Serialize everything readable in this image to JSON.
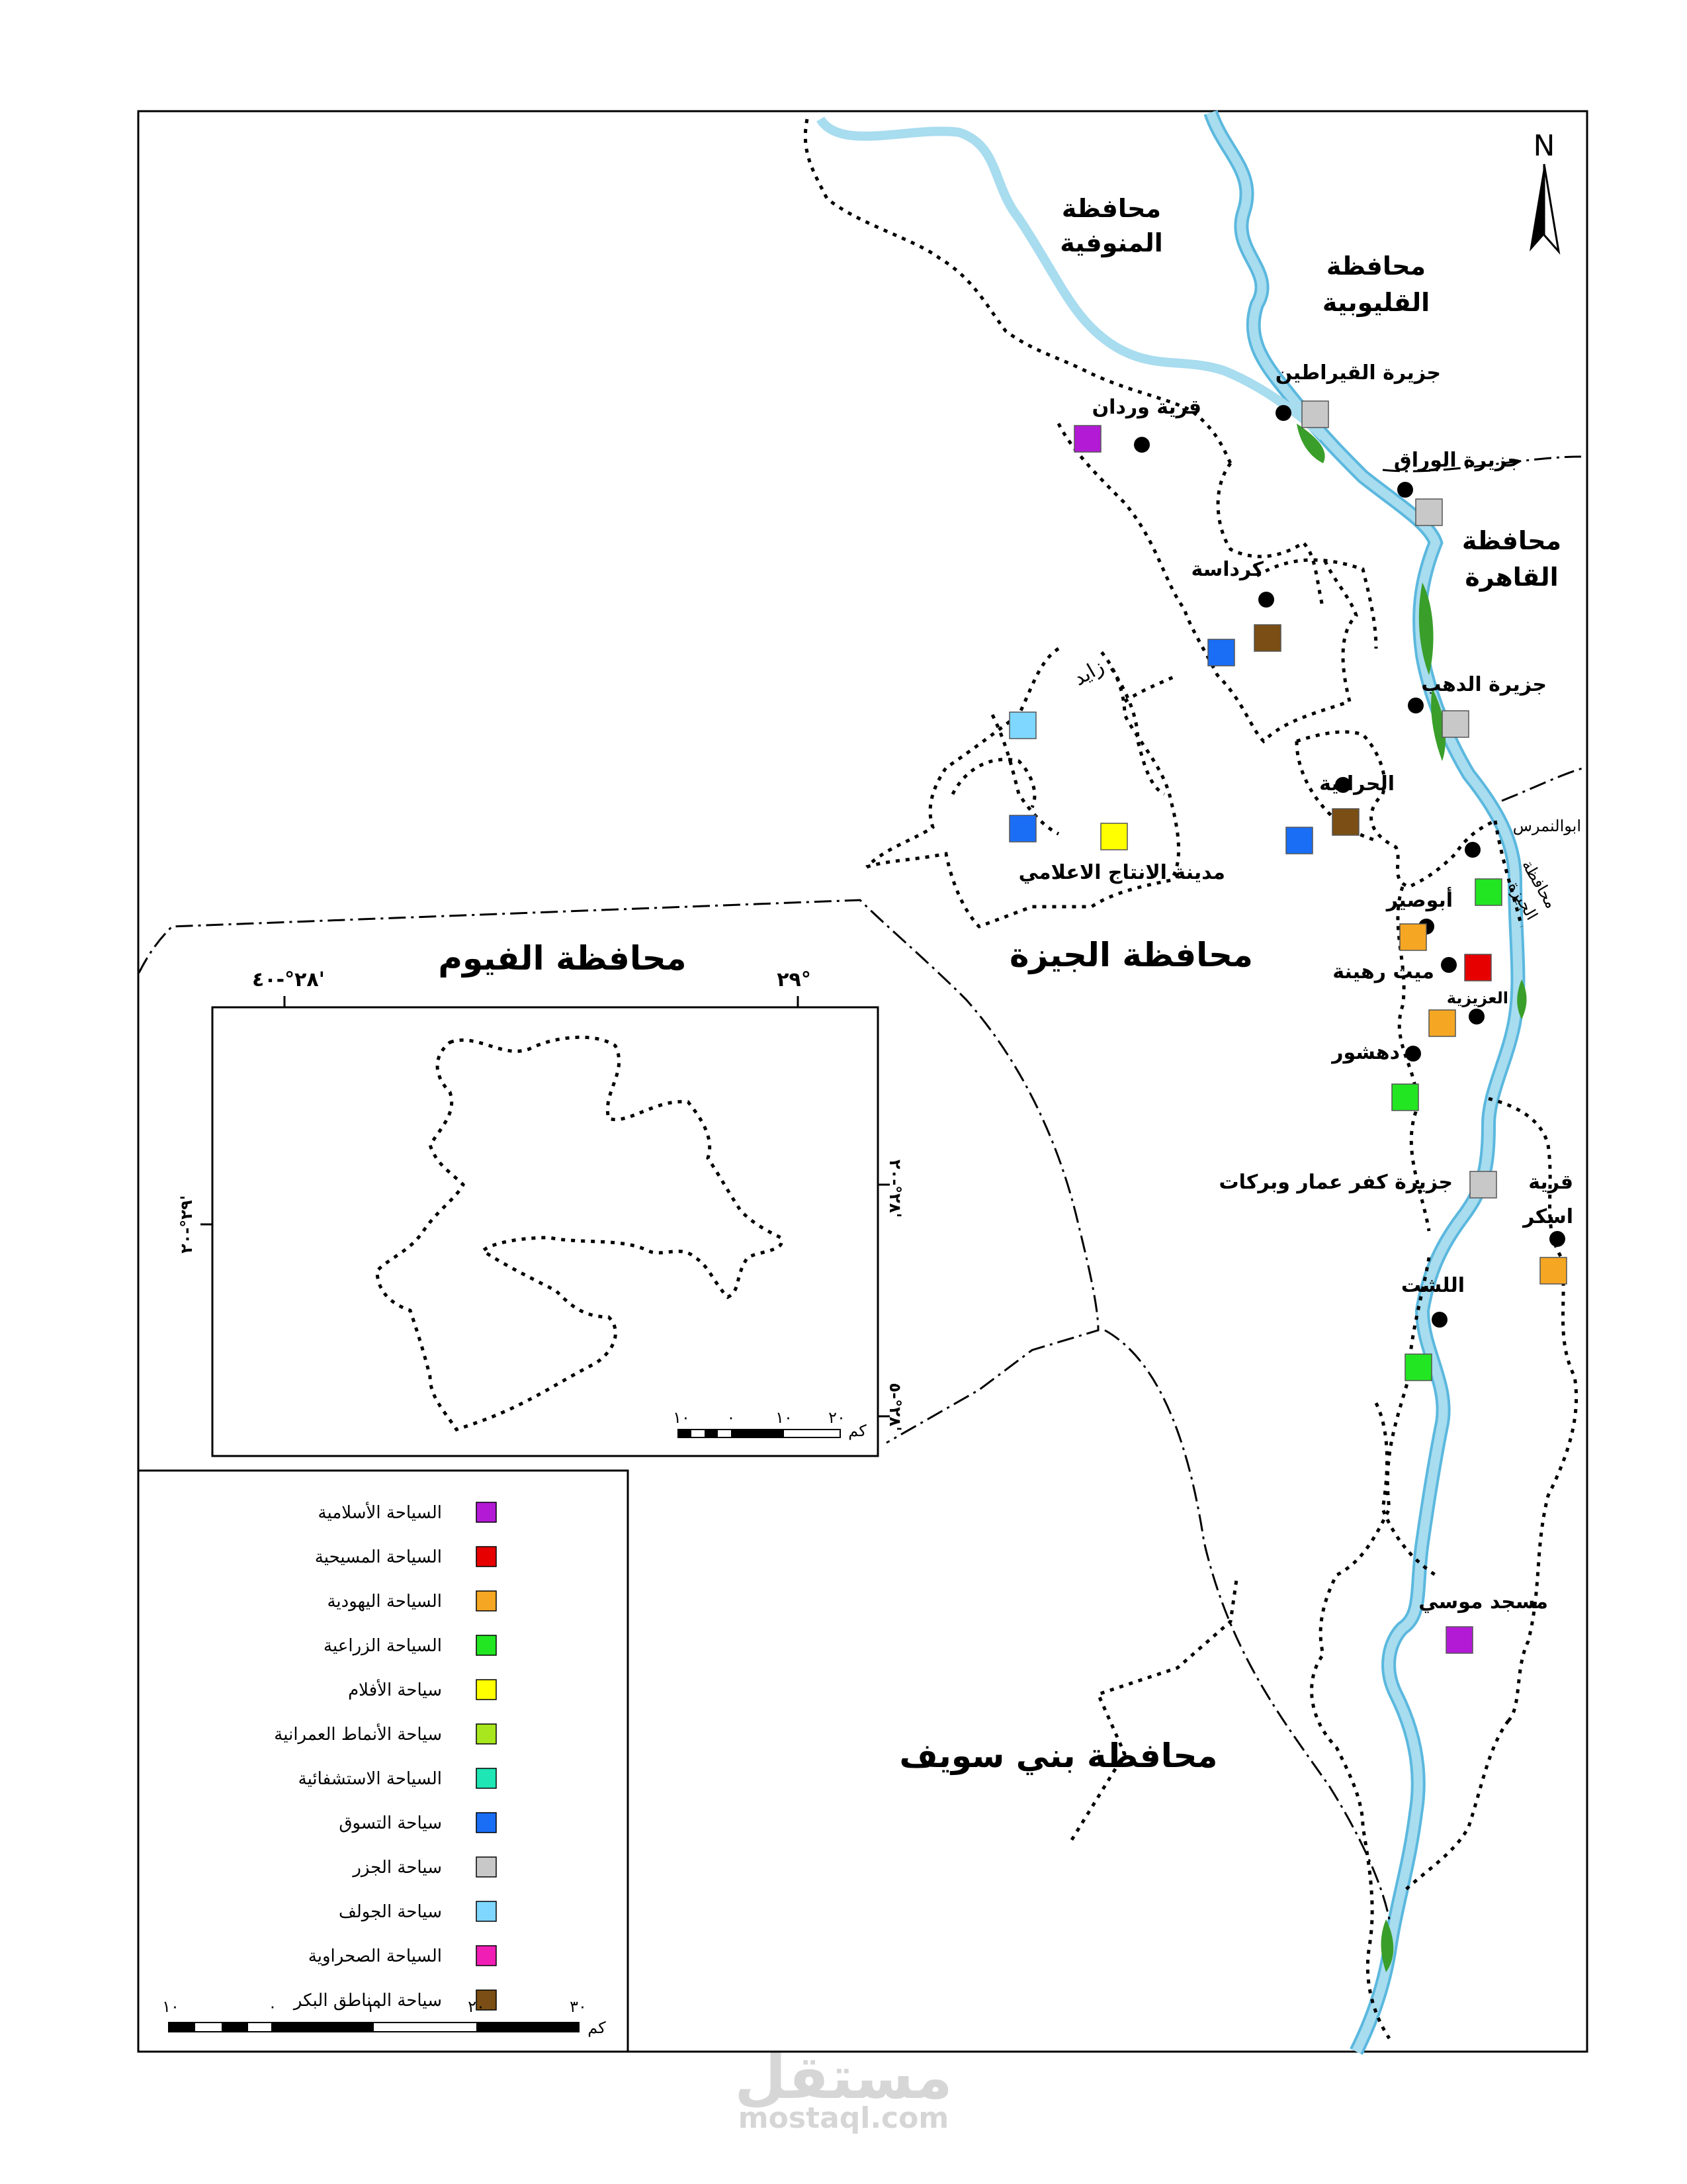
{
  "north_label": "N",
  "regions": {
    "menoufia": [
      "محافظة",
      "المنوفية"
    ],
    "qalyubia": [
      "محافظة",
      "القليوبية"
    ],
    "cairo": [
      "محافظة",
      "القاهرة"
    ],
    "giza": "محافظة الجيزة",
    "fayoum": "محافظة الفيوم",
    "beni_suef": "محافظة بني سويف",
    "giza_small": [
      "محافظة",
      "الجيزة"
    ]
  },
  "places": {
    "qiratin": "جزيرة القيراطين",
    "warraq": "جزيرة الوراق",
    "wardan": "قرية وردان",
    "kerdasa": "كرداسة",
    "zayed": "زايد",
    "dahab": "جزيرة الدهب",
    "harraniya": "الحرانية",
    "media_city": "مدينة الانتاج الاعلامي",
    "abu_nomros": "ابوالنمرس",
    "abusir": "أبوصير",
    "mit_rahina": "ميت رهينة",
    "aziziya": "العزيزية",
    "dahshur": "دهشور",
    "kafr_ammar": "جزيرة كفر عمار وبركات",
    "askar": [
      "قرية",
      "اسكر"
    ],
    "lisht": "اللشت",
    "masjid_musa": "مسجد موسي"
  },
  "inset": {
    "coords": {
      "top_left": "٢٨°-٤٠'",
      "top_right": "٢٩°",
      "left": "٢٩°-٢٠'",
      "right_mid": "٢٨°-٢٠'",
      "right_bottom": "٢٨°-٥'"
    },
    "scale_labels": [
      "١٠",
      "٠",
      "١٠",
      "٢٠"
    ],
    "scale_unit": "كم"
  },
  "legend": {
    "items": [
      {
        "label": "السياحة الأسلامية",
        "color": "#b31ad6"
      },
      {
        "label": "السياحة المسيحية",
        "color": "#e60000"
      },
      {
        "label": "السياحة اليهودية",
        "color": "#f5a623"
      },
      {
        "label": "السياحة الزراعية",
        "color": "#22e622"
      },
      {
        "label": "سياحة الأفلام",
        "color": "#ffff00"
      },
      {
        "label": "سياحة الأنماط العمرانية",
        "color": "#a8e61e"
      },
      {
        "label": "السياحة الاستشفائية",
        "color": "#1ee6b4"
      },
      {
        "label": "سياحة التسوق",
        "color": "#1a6ef5"
      },
      {
        "label": "سياحة الجزر",
        "color": "#c8c8c8"
      },
      {
        "label": "سياحة الجولف",
        "color": "#7fd7ff"
      },
      {
        "label": "السياحة الصحراوية",
        "color": "#f01eb4"
      },
      {
        "label": "سياحة المناطق البكر",
        "color": "#7a4e14"
      }
    ]
  },
  "scale": {
    "labels": [
      "١٠",
      "٠",
      "١٠",
      "٢٠",
      "٣٠"
    ],
    "unit": "كم"
  },
  "watermark": {
    "arabic": "مستقل",
    "latin": "mostaql.com"
  },
  "colors": {
    "river": "#a8dcef",
    "river_edge": "#5bb8de",
    "green_strip": "#3a9e2a",
    "point": "#000000"
  }
}
